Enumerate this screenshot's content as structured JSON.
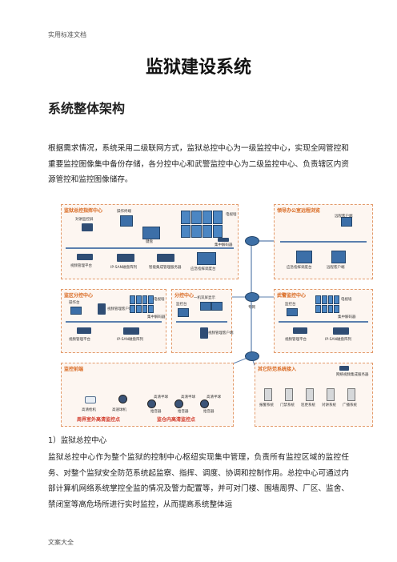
{
  "header": {
    "doc_tag": "实用标准文档"
  },
  "footer": {
    "doc_tag": "文案大全"
  },
  "title": "监狱建设系统",
  "section_heading": "系统整体架构",
  "intro": "根据需求情况，系统采用二级联网方式，监狱总控中心为一级监控中心，实现全网管控和重要监控图像集中备份存储，各分控中心和武警监控中心为二级监控中心、负责辖区内资源管控和监控图像储存。",
  "diagram": {
    "regions": {
      "main_center": "监狱总控指挥中心",
      "leader_office": "领导办公室远程浏览",
      "sub_center_a": "监区分控中心",
      "sub_center_b": "分控中心",
      "armed_police": "武警监控中心",
      "front_end": "监控前端",
      "perimeter": "其它防范系统接入"
    },
    "labels": {
      "operator_station": "对讲监控屏",
      "op_pc": "操作终端",
      "keyboard": "键盘",
      "tv_wall": "电视墙",
      "decoder": "集中解码器",
      "video_mgmt": "视频管理平台",
      "ipsan": "IP-SAN磁盘阵列",
      "alarm_server": "智能集成管理服务器",
      "emergency": "应急指挥调度台",
      "remote_client": "远程客户端",
      "remote_client2": "远程客户端",
      "emergency_desk": "应急指挥调度台",
      "private_net": "专网",
      "video_client": "视频管理客户端",
      "one_machine": "一机双屏显示",
      "ops_a": "操作台",
      "tv_wall_a": "电视墙",
      "decoder_a": "集中解码器",
      "mgmt_a": "视频管理平台",
      "ipsan_a": "IP-SAN磁盘阵列",
      "client_b": "视频管理客户端",
      "monitor_b": "监控台",
      "ops_c": "监控台",
      "tv_wall_c": "电视墙",
      "decoder_c": "集中解码器",
      "mgmt_c": "视频管理平台",
      "ipsan_c": "IP-SAN磁盘阵列",
      "net_video": "网络视频集成服务器",
      "fe_hd": "高清枪机",
      "fe_speed": "高速球机",
      "fe_hd2": "高清半球",
      "fe_hd3": "高清半球",
      "fe_hd4": "高清半球",
      "fe_audio1": "拾音器",
      "fe_audio2": "拾音器",
      "fe_audio3": "拾音器",
      "fe_perimeter": "周界室外高清监控点",
      "fe_indoor": "监仓内高清监控点",
      "sys_alarm": "报警系统",
      "sys_door": "门禁系统",
      "sys_patrol": "巡更系统",
      "sys_intercom": "对讲系统",
      "sys_broadcast": "广播系统"
    }
  },
  "subsection": "1）监狱总控中心",
  "body": "监狱总控中心作为整个监狱的控制中心枢纽实现集中管理，负责所有监控区域的监控任务、对整个监狱安全防范系统起监察、指挥、调度、协调和控制作用。总控中心可通过内部计算机网络系统掌控全监的情况及警力配置等，并可对门楼、围墙周界、厂区、监舍、禁闭室等高危场所进行实时监控，从而提高系统整体运",
  "colors": {
    "accent": "#d9681f",
    "device": "#2f4d74",
    "bus": "#5b7fae",
    "highlight_text": "#d23a2a"
  }
}
